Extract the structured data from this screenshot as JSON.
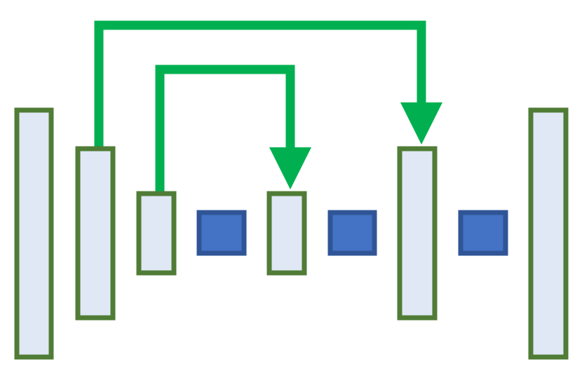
{
  "colors": {
    "background": "#ffffff",
    "layer_fill": "#dfe8f4",
    "layer_border": "#507c36",
    "block_fill": "#4472c4",
    "block_border": "#2f5597",
    "skip_arrow": "#00b050"
  },
  "layers": [
    {
      "id": "encoder-layer-1"
    },
    {
      "id": "encoder-layer-2"
    },
    {
      "id": "encoder-layer-3"
    },
    {
      "id": "decoder-layer-3"
    },
    {
      "id": "decoder-layer-2"
    },
    {
      "id": "decoder-layer-1"
    }
  ],
  "blocks": [
    {
      "id": "bottleneck-block-1"
    },
    {
      "id": "bottleneck-block-2"
    },
    {
      "id": "bottleneck-block-3"
    }
  ],
  "skip_connections": [
    {
      "id": "skip-outer",
      "from": "encoder-layer-2",
      "to": "decoder-layer-2"
    },
    {
      "id": "skip-inner",
      "from": "encoder-layer-3",
      "to": "decoder-layer-3"
    }
  ]
}
